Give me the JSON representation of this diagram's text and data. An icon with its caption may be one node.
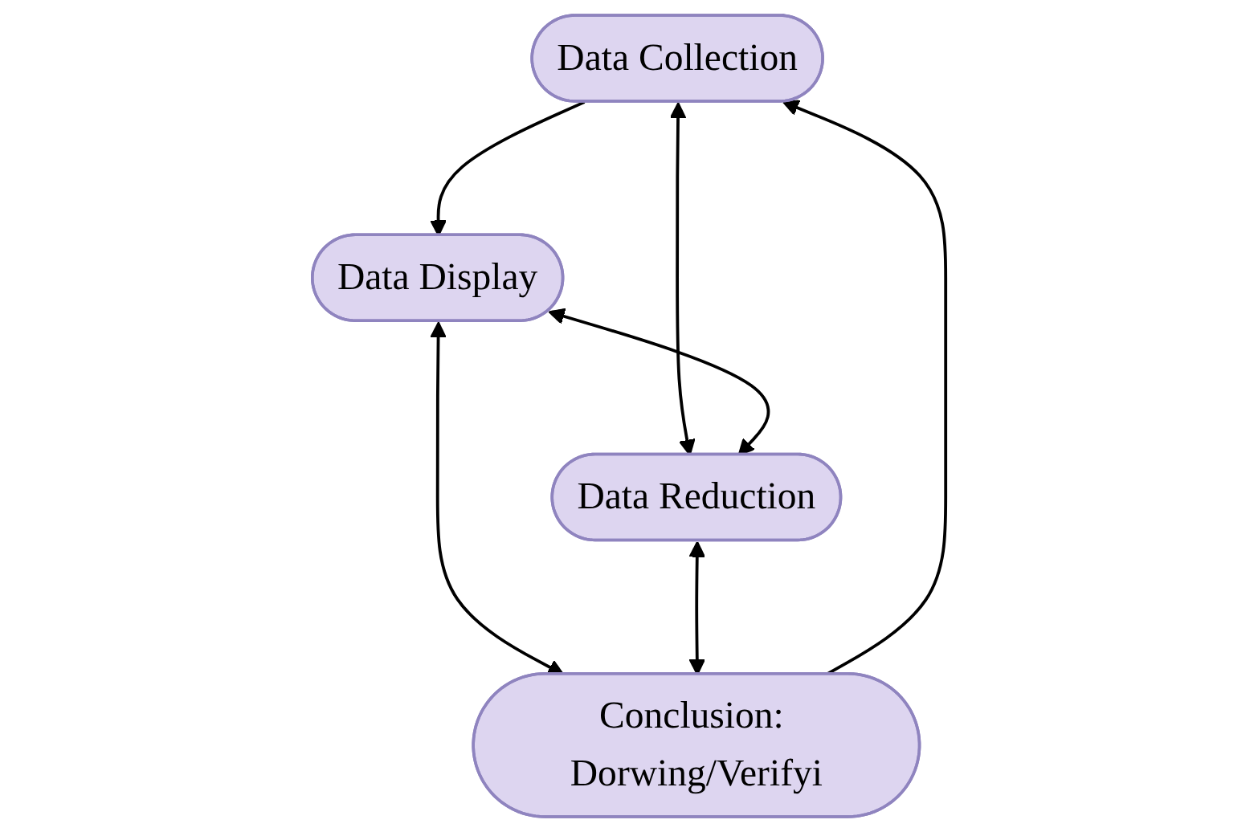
{
  "diagram": {
    "nodes": [
      {
        "text": [
          "Data Collection"
        ]
      },
      {
        "text": [
          "Data Display"
        ]
      },
      {
        "text": [
          "Data Reduction"
        ]
      },
      {
        "text": [
          "Conclusion: Dorwing/Verifyi"
        ]
      }
    ],
    "edges": [
      {
        "from": 0,
        "to": 1,
        "arrow": "to"
      },
      {
        "from": 0,
        "to": 2,
        "arrow": "both"
      },
      {
        "from": 1,
        "to": 2,
        "arrow": "both"
      },
      {
        "from": 1,
        "to": 3,
        "arrow": "both"
      },
      {
        "from": 2,
        "to": 3,
        "arrow": "both"
      },
      {
        "from": 3,
        "to": 0,
        "arrow": "to"
      }
    ]
  }
}
